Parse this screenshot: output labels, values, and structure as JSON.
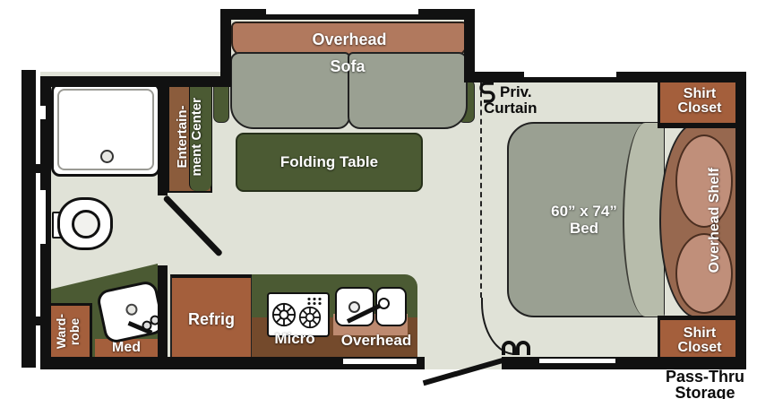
{
  "plan": {
    "slideout": {
      "overhead": "Overhead",
      "sofa": "Sofa"
    },
    "living": {
      "folding_table": "Folding Table",
      "entertainment_center": {
        "line1": "Entertain-",
        "line2": "ment Center"
      }
    },
    "galley": {
      "wardrobe": {
        "line1": "Ward-",
        "line2": "robe"
      },
      "med": "Med",
      "refrig": "Refrig",
      "micro": "Micro",
      "overhead": "Overhead"
    },
    "bedroom": {
      "priv_curtain": {
        "line1": "Priv.",
        "line2": "Curtain"
      },
      "bed": {
        "line1": "60” x 74”",
        "line2": "Bed"
      },
      "overhead_shelf": "Overhead Shelf",
      "shirt_closet_top": {
        "line1": "Shirt",
        "line2": "Closet"
      },
      "shirt_closet_bottom": {
        "line1": "Shirt",
        "line2": "Closet"
      },
      "pass_thru": {
        "line1": "Pass-Thru",
        "line2": "Storage"
      }
    },
    "colors": {
      "floor": "#e0e2d7",
      "wall": "#111111",
      "brown": "#a45f3c",
      "brown_dark": "#744a2c",
      "overhead_brown": "#b1795e",
      "headboard": "#97684f",
      "pillow": "#c08f7a",
      "green": "#4b5a33",
      "gray": "#9aa092",
      "gray_light": "#b7bcab",
      "pink": "#bd8a70"
    }
  }
}
